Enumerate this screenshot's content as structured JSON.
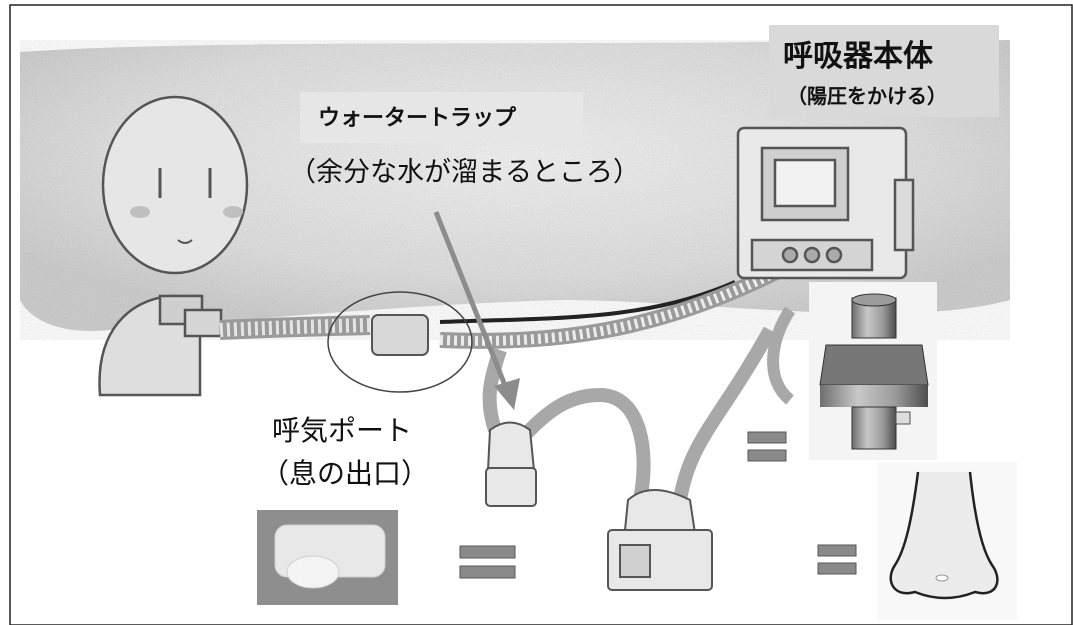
{
  "labels": {
    "ventilator_title": "呼吸器本体",
    "ventilator_subtitle": "（陽圧をかける）",
    "water_trap_title": "ウォータートラップ",
    "water_trap_subtitle": "（余分な水が溜まるところ）",
    "exhalation_port_title": "呼気ポート",
    "exhalation_port_subtitle": "（息の出口）"
  },
  "colors": {
    "background": "#ffffff",
    "sketch": "#555555",
    "label_box": "#d9d9d9",
    "arrow": "#8c8c8c",
    "equals_fill": "#8a8a8a"
  }
}
